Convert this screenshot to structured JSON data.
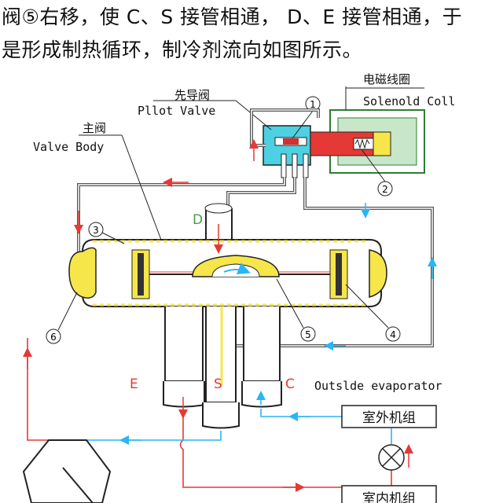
{
  "description": {
    "line1": "阀⑤右移，使 C、S 接管相通，  D、E 接管相通，于",
    "line2": "是形成制热循环，制冷剂流向如图所示。"
  },
  "labels": {
    "pilot_valve_cn": "先导阀",
    "pilot_valve_en": "Pllot Valve",
    "solenoid_cn": "电磁线圈",
    "solenoid_en": "Solenold Coll",
    "main_valve_cn": "主阀",
    "main_valve_en": "Valve Body",
    "port_d": "D",
    "port_e": "E",
    "port_s": "S",
    "port_c": "C",
    "outside_evaporator": "Outslde evaporator",
    "outdoor_unit": "室外机组",
    "indoor_unit": "室内机组",
    "callout_1": "1",
    "callout_2": "2",
    "callout_3": "3",
    "callout_4": "4",
    "callout_5": "5",
    "callout_6": "6"
  },
  "colors": {
    "refrigerant_hot": "#e53935",
    "refrigerant_cold": "#29b6f6",
    "coil_green": "#2e7d32",
    "valve_yellow": "#f6e64a",
    "pilot_cyan": "#4dd0e1",
    "pilot_red": "#d32f2f",
    "outline": "#222222"
  }
}
